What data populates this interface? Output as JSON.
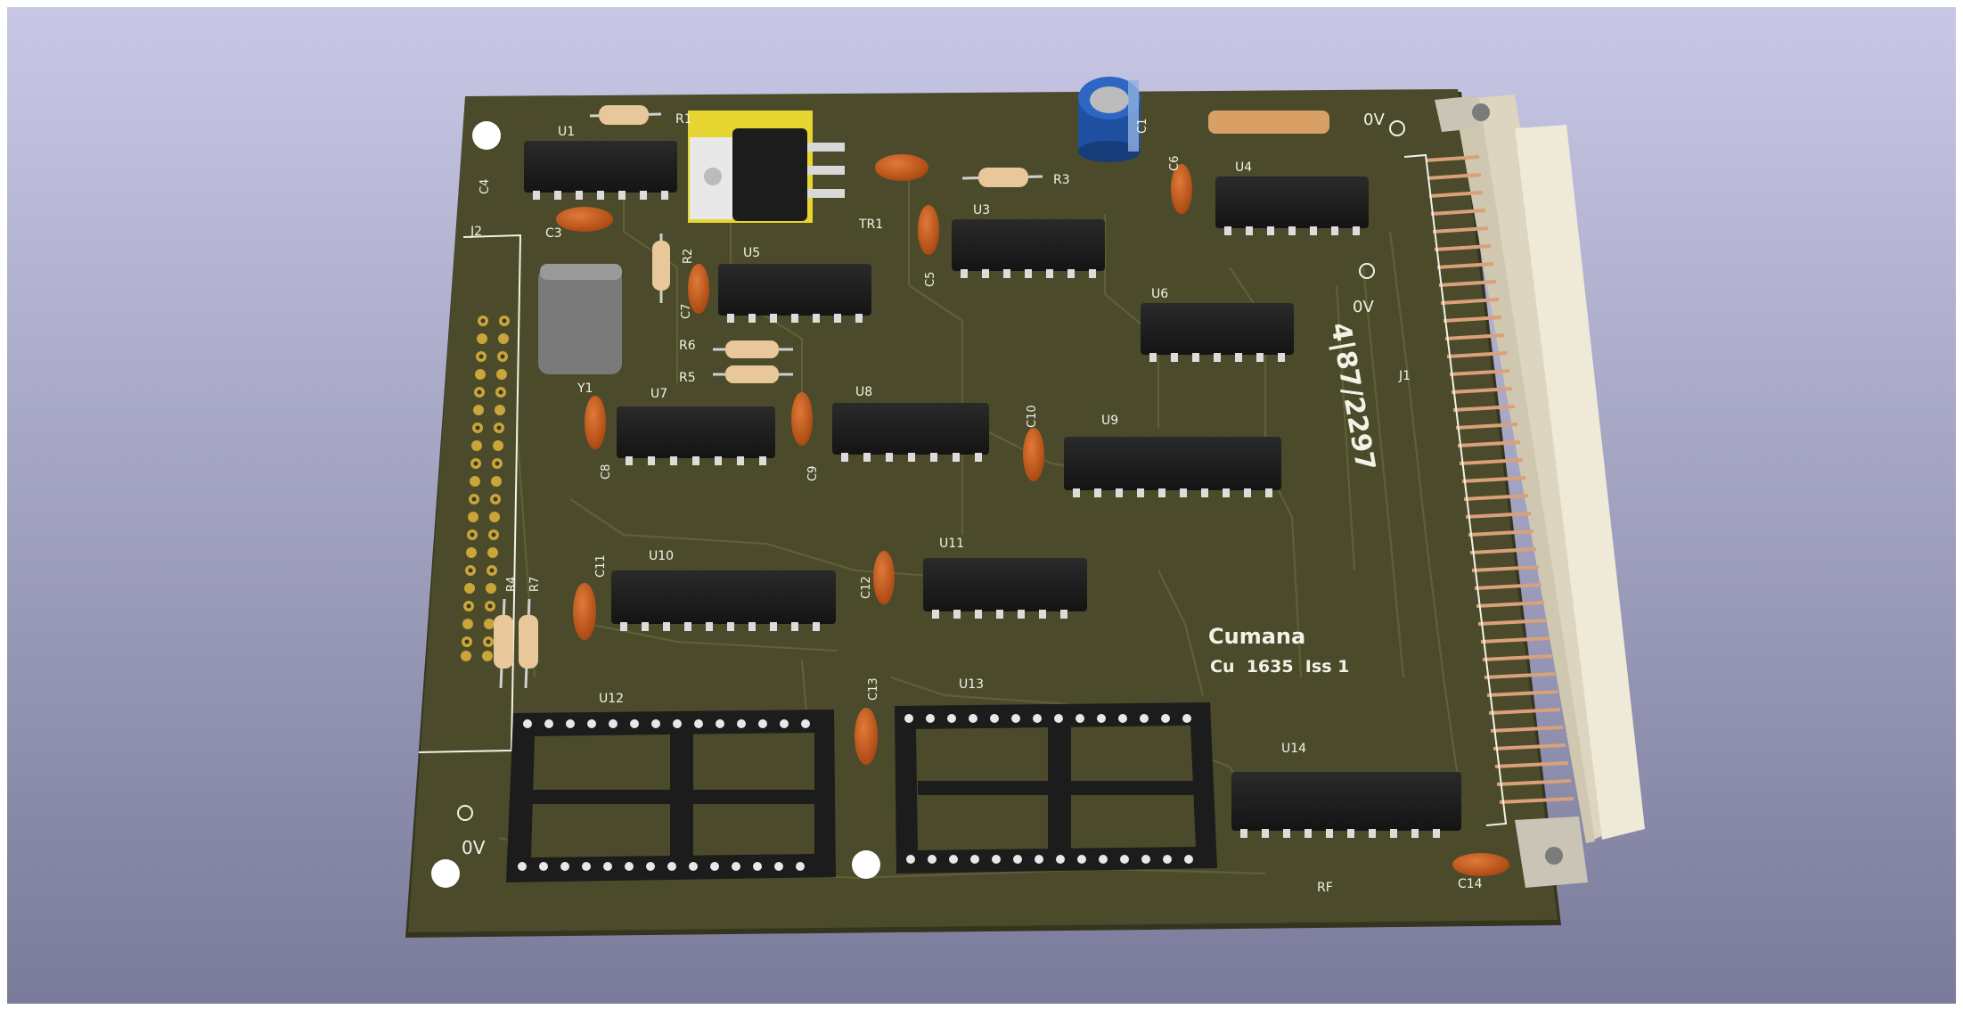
{
  "board": {
    "brand": "Cumana",
    "part_number": "Cu  1635  Iss 1",
    "handwritten_mark": "4|87/2297",
    "ground_labels": [
      "0V",
      "0V",
      "0V"
    ],
    "corner_label": "RF"
  },
  "components": {
    "ics": [
      "U1",
      "U3",
      "U4",
      "U5",
      "U6",
      "U7",
      "U8",
      "U9",
      "U10",
      "U11",
      "U12",
      "U13",
      "U14"
    ],
    "capacitors": [
      "C1",
      "C3",
      "C4",
      "C5",
      "C6",
      "C7",
      "C8",
      "C9",
      "C10",
      "C11",
      "C12",
      "C13",
      "C14"
    ],
    "resistors": [
      "R1",
      "R2",
      "R3",
      "R4",
      "R5",
      "R6",
      "R7"
    ],
    "other": [
      "TR1",
      "Y1",
      "J1",
      "J2"
    ]
  },
  "colors": {
    "background_top": "#c8c8e6",
    "background_bottom": "#7a7a9a",
    "pcb": "#4b4b2b",
    "pcb_edge": "#35351f",
    "silkscreen": "#f2f2e6",
    "ic_body": "#1c1c1c",
    "capacitor": "#c85a1a",
    "resistor": "#e8c79a",
    "pad_gold": "#c9a53a",
    "connector": "#efe9d8"
  }
}
